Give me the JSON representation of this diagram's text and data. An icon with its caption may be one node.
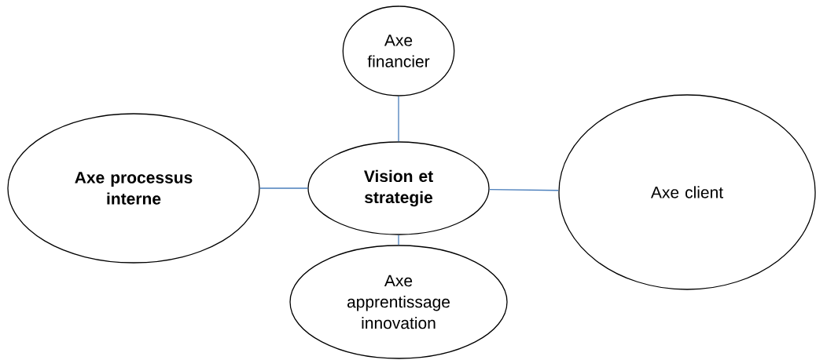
{
  "diagram": {
    "nodes": [
      {
        "text": [
          "Axe financier"
        ]
      },
      {
        "text": [
          "Axe processus interne"
        ]
      },
      {
        "text": [
          "Vision et strategie"
        ]
      },
      {
        "text": [
          "Axe client"
        ]
      },
      {
        "text": [
          "Axe apprentissage innovation"
        ]
      }
    ],
    "edges": [
      {
        "from": 2,
        "to": 0,
        "arrow": "none"
      },
      {
        "from": 1,
        "to": 2,
        "arrow": "none"
      },
      {
        "from": 2,
        "to": 3,
        "arrow": "none"
      },
      {
        "from": 2,
        "to": 4,
        "arrow": "none"
      }
    ]
  }
}
